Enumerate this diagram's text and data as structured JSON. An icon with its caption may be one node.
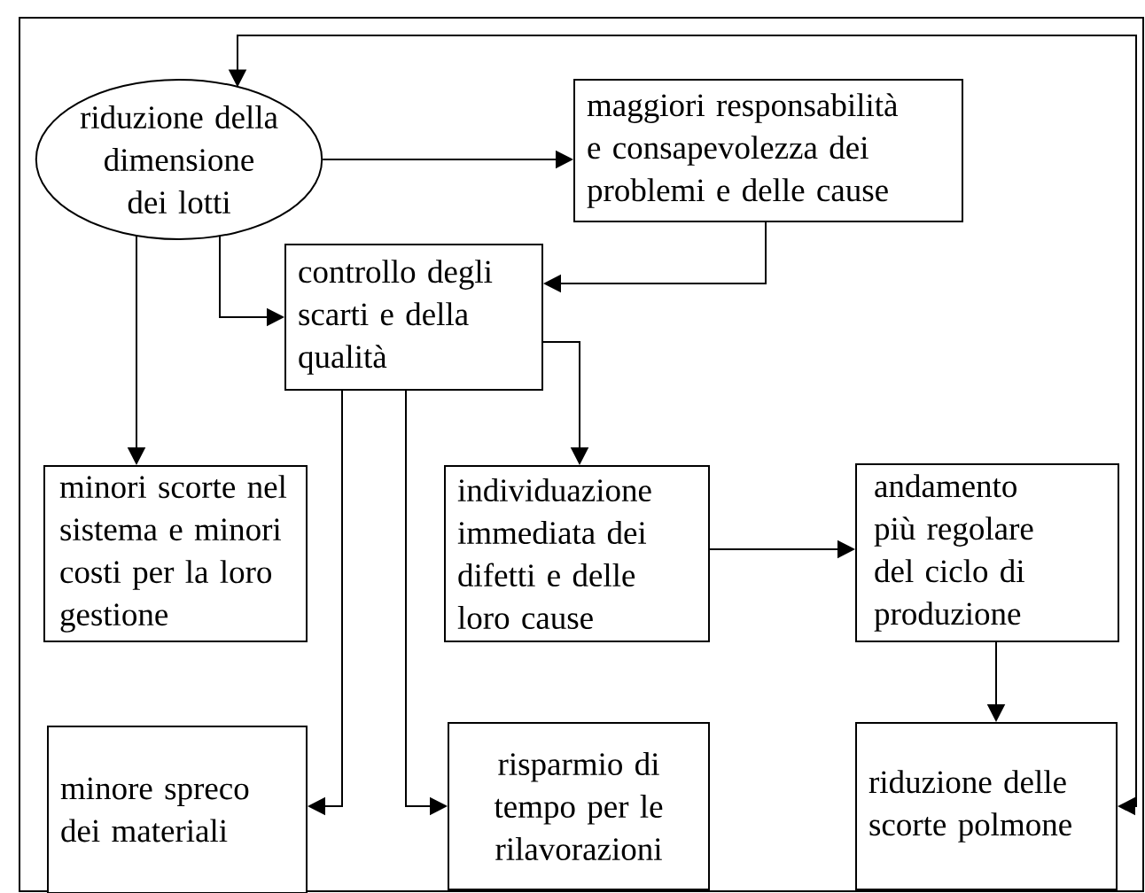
{
  "diagram": {
    "nodes": [
      {
        "text": [
          "riduzione della dimensione dei lotti"
        ]
      },
      {
        "text": [
          "maggiori responsabilità e consapevolezza dei problemi e delle cause"
        ]
      },
      {
        "text": [
          "controllo degli scarti e della qualità"
        ]
      },
      {
        "text": [
          "minori scorte nel sistema e minori costi per la loro gestione"
        ]
      },
      {
        "text": [
          "individuazione immediata dei difetti e delle loro cause"
        ]
      },
      {
        "text": [
          "andamento più regolare del ciclo di produzione"
        ]
      },
      {
        "text": [
          "minore spreco dei materiali"
        ]
      },
      {
        "text": [
          "risparmio di tempo per le rilavorazioni"
        ]
      },
      {
        "text": [
          "riduzione delle scorte polmone"
        ]
      }
    ],
    "edges": [
      {
        "from": 0,
        "to": 1,
        "arrow": "to"
      },
      {
        "from": 0,
        "to": 2,
        "arrow": "to"
      },
      {
        "from": 1,
        "to": 2,
        "arrow": "to"
      },
      {
        "from": 0,
        "to": 3,
        "arrow": "to"
      },
      {
        "from": 2,
        "to": 4,
        "arrow": "to"
      },
      {
        "from": 2,
        "to": 6,
        "arrow": "to"
      },
      {
        "from": 2,
        "to": 7,
        "arrow": "to"
      },
      {
        "from": 4,
        "to": 5,
        "arrow": "to"
      },
      {
        "from": 5,
        "to": 8,
        "arrow": "to"
      },
      {
        "from": 8,
        "to": 0,
        "arrow": "both"
      }
    ]
  }
}
